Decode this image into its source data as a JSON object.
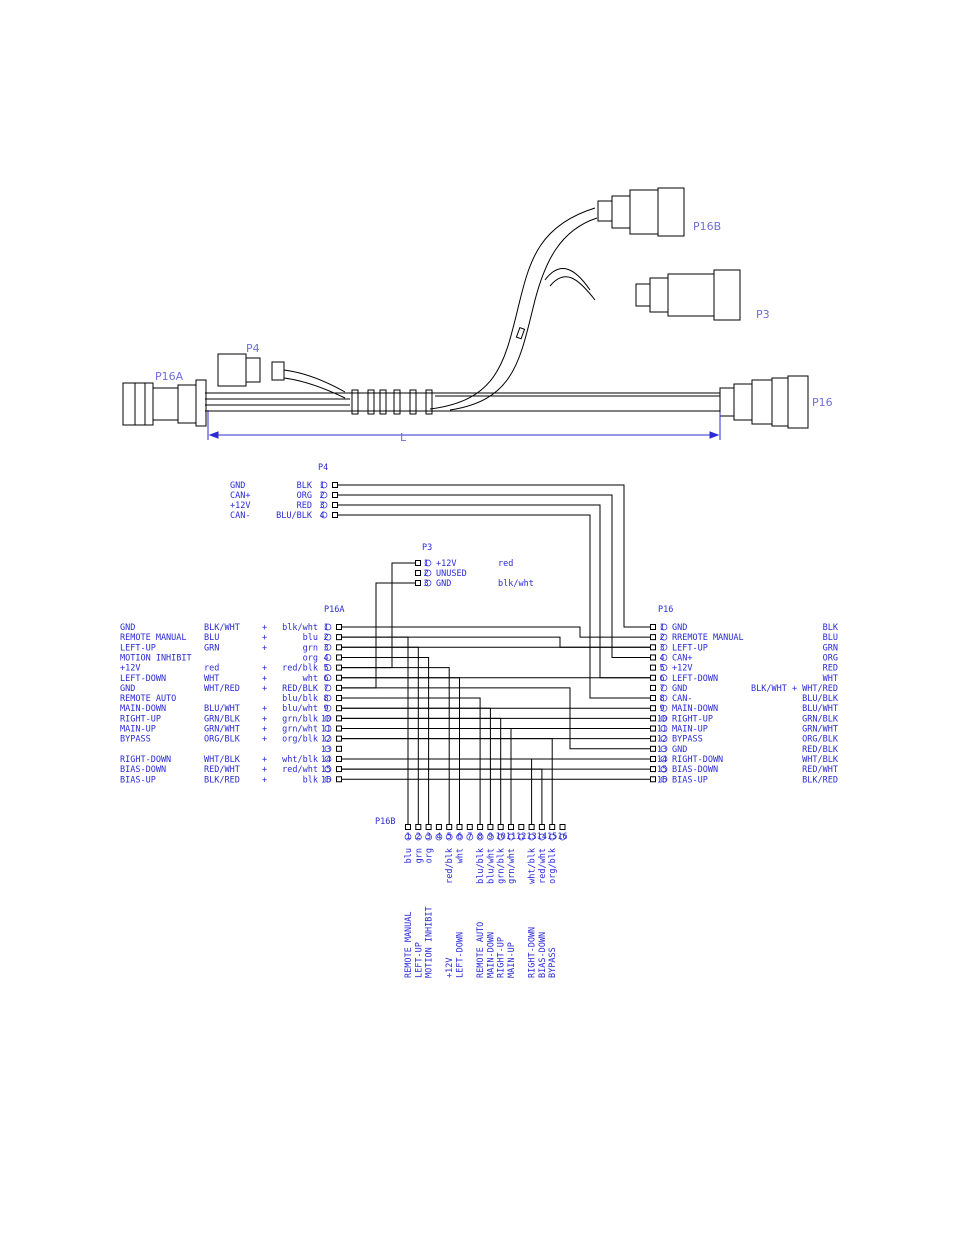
{
  "assembly": {
    "labels": {
      "p16a": "P16A",
      "p4": "P4",
      "p16b": "P16B",
      "p3": "P3",
      "p16": "P16",
      "length": "L"
    }
  },
  "schematic": {
    "p4": {
      "title": "P4",
      "pins": [
        {
          "num": "1",
          "signal": "GND",
          "color": "BLK"
        },
        {
          "num": "2",
          "signal": "CAN+",
          "color": "ORG"
        },
        {
          "num": "3",
          "signal": "+12V",
          "color": "RED"
        },
        {
          "num": "4",
          "signal": "CAN-",
          "color": "BLU/BLK"
        }
      ]
    },
    "p3": {
      "title": "P3",
      "pins": [
        {
          "num": "1",
          "signal": "+12V",
          "color": "red"
        },
        {
          "num": "2",
          "signal": "UNUSED",
          "color": ""
        },
        {
          "num": "3",
          "signal": "GND",
          "color": "blk/wht"
        }
      ]
    },
    "p16a": {
      "title": "P16A",
      "pins": [
        {
          "num": "1",
          "signal": "GND",
          "color": "BLK/WHT",
          "plus": "+",
          "wire": "blk/wht"
        },
        {
          "num": "2",
          "signal": "REMOTE MANUAL",
          "color": "BLU",
          "plus": "+",
          "wire": "blu"
        },
        {
          "num": "3",
          "signal": "LEFT-UP",
          "color": "GRN",
          "plus": "+",
          "wire": "grn"
        },
        {
          "num": "4",
          "signal": "MOTION INHIBIT",
          "color": "",
          "plus": "",
          "wire": "org"
        },
        {
          "num": "5",
          "signal": "+12V",
          "color": "red",
          "plus": "+",
          "wire": "red/blk"
        },
        {
          "num": "6",
          "signal": "LEFT-DOWN",
          "color": "WHT",
          "plus": "+",
          "wire": "wht"
        },
        {
          "num": "7",
          "signal": "GND",
          "color": "WHT/RED",
          "plus": "+",
          "wire": "RED/BLK"
        },
        {
          "num": "8",
          "signal": "REMOTE AUTO",
          "color": "",
          "plus": "",
          "wire": "blu/blk"
        },
        {
          "num": "9",
          "signal": "MAIN-DOWN",
          "color": "BLU/WHT",
          "plus": "+",
          "wire": "blu/wht"
        },
        {
          "num": "10",
          "signal": "RIGHT-UP",
          "color": "GRN/BLK",
          "plus": "+",
          "wire": "grn/blk"
        },
        {
          "num": "11",
          "signal": "MAIN-UP",
          "color": "GRN/WHT",
          "plus": "+",
          "wire": "grn/wht"
        },
        {
          "num": "12",
          "signal": "BYPASS",
          "color": "ORG/BLK",
          "plus": "+",
          "wire": "org/blk"
        },
        {
          "num": "13",
          "signal": "",
          "color": "",
          "plus": "",
          "wire": ""
        },
        {
          "num": "14",
          "signal": "RIGHT-DOWN",
          "color": "WHT/BLK",
          "plus": "+",
          "wire": "wht/blk"
        },
        {
          "num": "15",
          "signal": "BIAS-DOWN",
          "color": "RED/WHT",
          "plus": "+",
          "wire": "red/wht"
        },
        {
          "num": "16",
          "signal": "BIAS-UP",
          "color": "BLK/RED",
          "plus": "+",
          "wire": "blk"
        }
      ]
    },
    "p16": {
      "title": "P16",
      "pins": [
        {
          "num": "1",
          "signal": "GND",
          "color": "BLK"
        },
        {
          "num": "2",
          "signal": "RREMOTE MANUAL",
          "color": "BLU"
        },
        {
          "num": "3",
          "signal": "LEFT-UP",
          "color": "GRN"
        },
        {
          "num": "4",
          "signal": "CAN+",
          "color": "ORG"
        },
        {
          "num": "5",
          "signal": "+12V",
          "color": "RED"
        },
        {
          "num": "6",
          "signal": "LEFT-DOWN",
          "color": "WHT"
        },
        {
          "num": "7",
          "signal": "GND",
          "color": "BLK/WHT + WHT/RED"
        },
        {
          "num": "8",
          "signal": "CAN-",
          "color": "BLU/BLK"
        },
        {
          "num": "9",
          "signal": "MAIN-DOWN",
          "color": "BLU/WHT"
        },
        {
          "num": "10",
          "signal": "RIGHT-UP",
          "color": "GRN/BLK"
        },
        {
          "num": "11",
          "signal": "MAIN-UP",
          "color": "GRN/WHT"
        },
        {
          "num": "12",
          "signal": "BYPASS",
          "color": "ORG/BLK"
        },
        {
          "num": "13",
          "signal": "GND",
          "color": "RED/BLK"
        },
        {
          "num": "14",
          "signal": "RIGHT-DOWN",
          "color": "WHT/BLK"
        },
        {
          "num": "15",
          "signal": "BIAS-DOWN",
          "color": "RED/WHT"
        },
        {
          "num": "16",
          "signal": "BIAS-UP",
          "color": "BLK/RED"
        }
      ]
    },
    "p16b": {
      "title": "P16B",
      "pin_nums": [
        "1",
        "2",
        "3",
        "4",
        "5",
        "6",
        "7",
        "8",
        "9",
        "10",
        "11",
        "12",
        "13",
        "14",
        "15",
        "16"
      ],
      "wires": [
        "blu",
        "grn",
        "org",
        "",
        "red/blk",
        "wht",
        "",
        "blu/blk",
        "blu/wht",
        "grn/blk",
        "grn/wht",
        "",
        "wht/blk",
        "red/wht",
        "org/blk",
        ""
      ],
      "signals": [
        "REMOTE MANUAL",
        "LEFT-UP",
        "MOTION INHIBIT",
        "",
        "+12V",
        "LEFT-DOWN",
        "",
        "REMOTE AUTO",
        "MAIN-DOWN",
        "RIGHT-UP",
        "MAIN-UP",
        "",
        "RIGHT-DOWN",
        "BIAS-DOWN",
        "BYPASS",
        ""
      ]
    }
  }
}
